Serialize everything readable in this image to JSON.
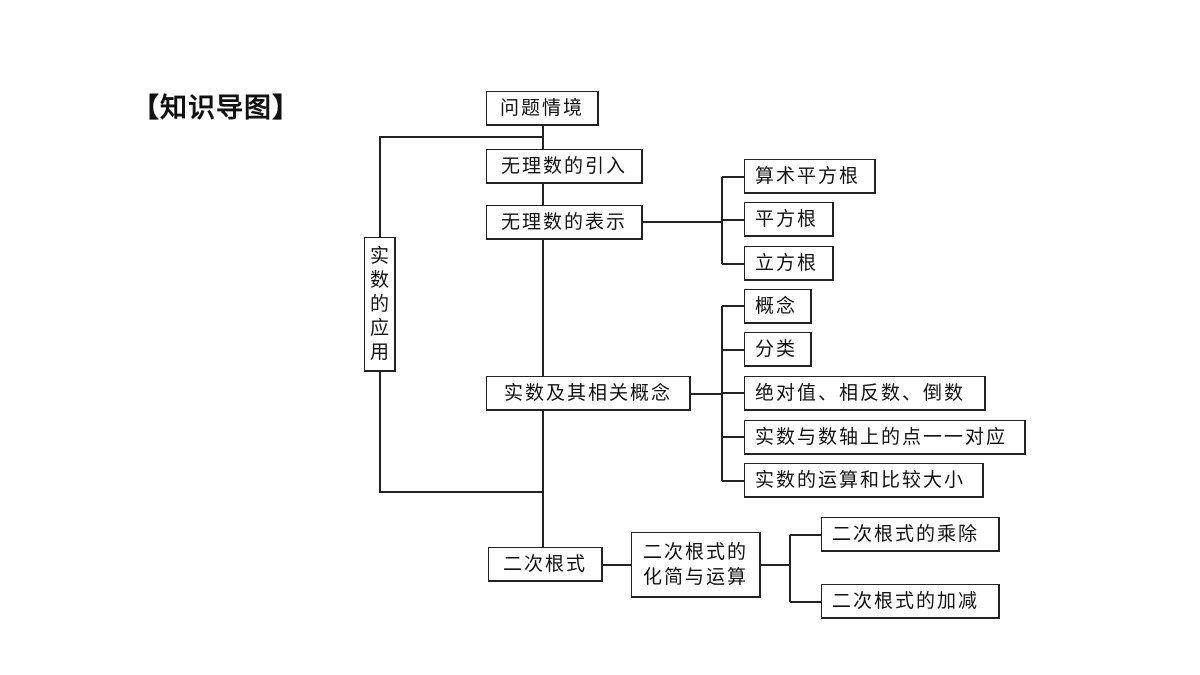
{
  "heading": "【知识导图】",
  "nodes": {
    "problem_situation": "问题情境",
    "irrational_intro": "无理数的引入",
    "irrational_representation": "无理数的表示",
    "arithmetic_sqrt": "算术平方根",
    "square_root": "平方根",
    "cube_root": "立方根",
    "real_numbers_concepts": "实数及其相关概念",
    "concept": "概念",
    "classification": "分类",
    "abs_opposite_reciprocal": "绝对值、相反数、倒数",
    "real_number_line": "实数与数轴上的点一一对应",
    "real_operations": "实数的运算和比较大小",
    "quadratic_radical": "二次根式",
    "radical_simplify_line1": "二次根式的",
    "radical_simplify_line2": "化简与运算",
    "radical_mul_div": "二次根式的乘除",
    "radical_add_sub": "二次根式的加减",
    "real_applications": [
      "实",
      "数",
      "的",
      "应",
      "用"
    ]
  }
}
